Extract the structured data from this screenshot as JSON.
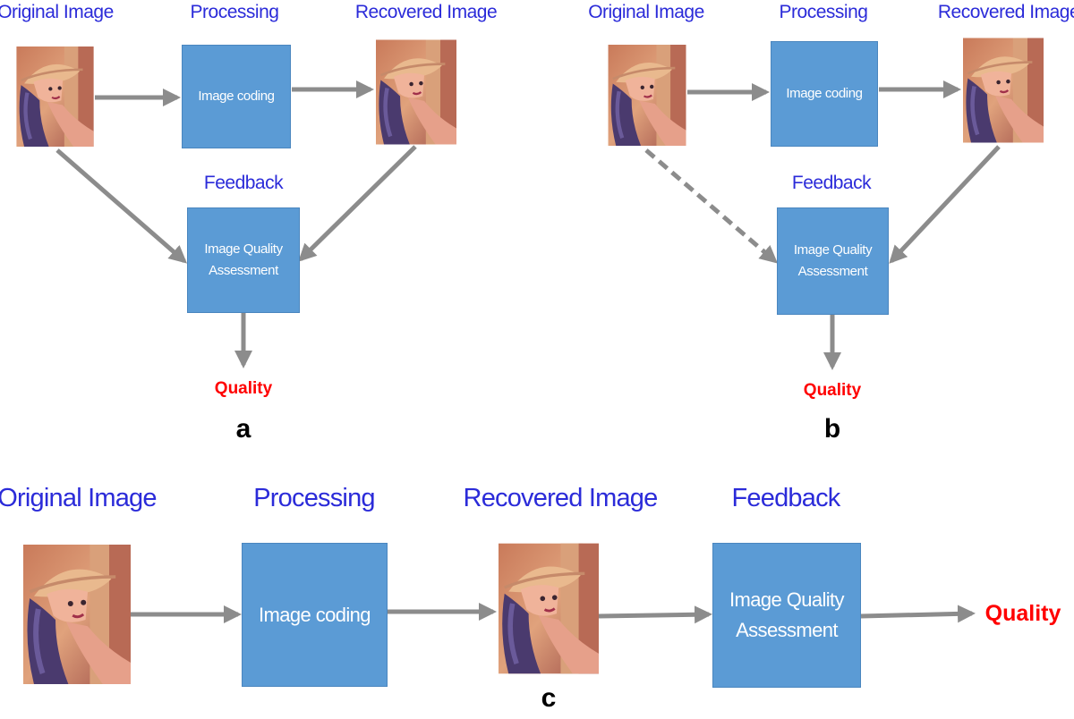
{
  "panels": {
    "a": {
      "letter": "a",
      "original_label": "Original Image",
      "processing_label": "Processing",
      "recovered_label": "Recovered Image",
      "feedback_label": "Feedback",
      "coding_box": "Image coding",
      "iqa_box": "Image Quality Assessment",
      "quality_label": "Quality"
    },
    "b": {
      "letter": "b",
      "original_label": "Original Image",
      "processing_label": "Processing",
      "recovered_label": "Recovered Image",
      "feedback_label": "Feedback",
      "coding_box": "Image coding",
      "iqa_box": "Image Quality Assessment",
      "quality_label": "Quality"
    },
    "c": {
      "letter": "c",
      "original_label": "Original Image",
      "processing_label": "Processing",
      "recovered_label": "Recovered Image",
      "feedback_label": "Feedback",
      "coding_box": "Image coding",
      "iqa_box": "Image Quality Assessment",
      "quality_label": "Quality"
    }
  },
  "colors": {
    "label_blue": "#2b2bd9",
    "box_fill": "#5b9bd5",
    "arrow_gray": "#8c8c8c",
    "quality_red": "#ff0000"
  },
  "icons": {
    "photo": "portrait-photo-icon"
  }
}
